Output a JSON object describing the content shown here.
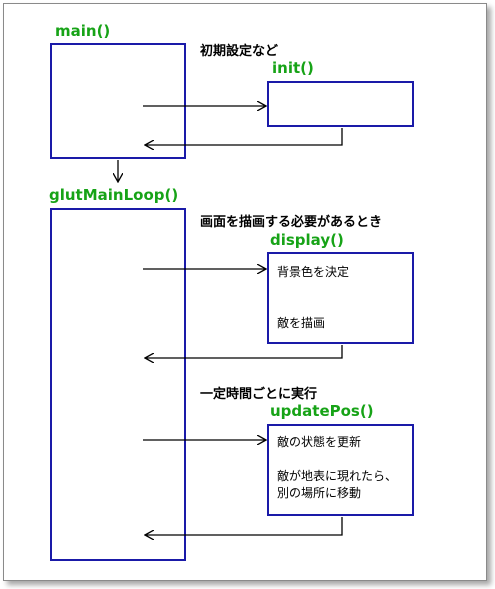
{
  "diagram": {
    "main": {
      "label": "main()"
    },
    "init": {
      "label": "init()",
      "note": "初期設定など"
    },
    "loop": {
      "label": "glutMainLoop()"
    },
    "display": {
      "label": "display()",
      "note": "画面を描画する必要があるとき",
      "line1": "背景色を決定",
      "line2": "敵を描画"
    },
    "update": {
      "label": "updatePos()",
      "note": "一定時間ごとに実行",
      "line1": "敵の状態を更新",
      "line2": "敵が地表に現れたら、",
      "line3": "別の場所に移動"
    }
  },
  "colors": {
    "label_green": "#17a317",
    "box_border": "#1a1aa8",
    "frame_border": "#8a8a8a"
  }
}
